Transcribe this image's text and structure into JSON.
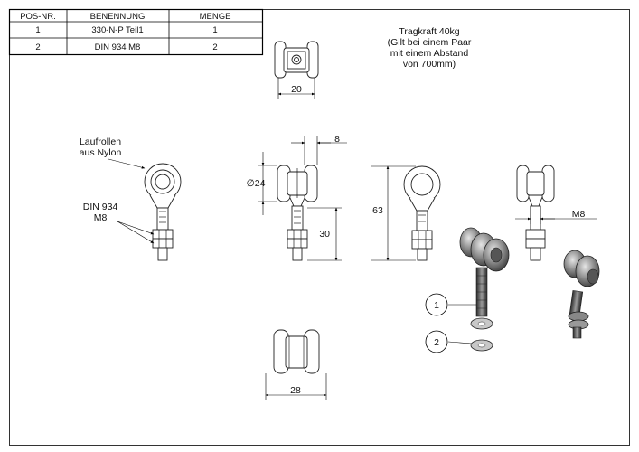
{
  "parts_table": {
    "headers": [
      "POS-NR.",
      "BENENNUNG",
      "MENGE"
    ],
    "rows": [
      [
        "1",
        "330-N-P Teil1",
        "1"
      ],
      [
        "2",
        "DIN 934 M8",
        "2"
      ]
    ]
  },
  "load_note": [
    "Tragkraft 40kg",
    "(Gilt bei einem Paar",
    "mit einem Abstand",
    "von 700mm)"
  ],
  "callouts": {
    "rollers": [
      "Laufrollen",
      "aus Nylon"
    ],
    "nut": [
      "DIN 934",
      "M8"
    ]
  },
  "dimensions": {
    "top_width": "20",
    "bottom_width": "28",
    "wheel_offset": "8",
    "wheel_diameter": "∅24",
    "stud_length": "30",
    "total_height": "63",
    "thread": "M8"
  },
  "balloons": [
    "1",
    "2"
  ]
}
